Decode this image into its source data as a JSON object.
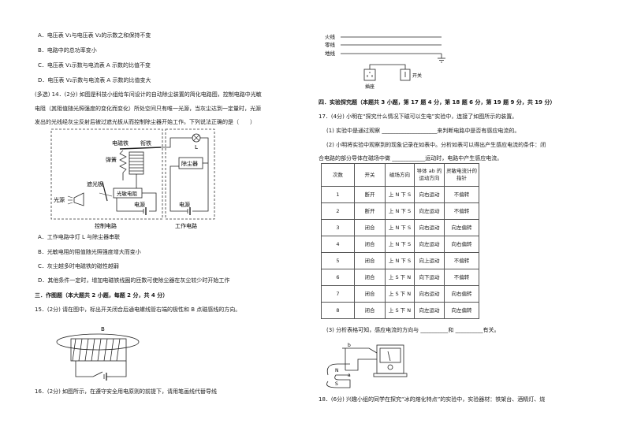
{
  "left": {
    "q13_options": [
      "A．电压表 V₁与电压表 V₂的示数之和保持不变",
      "B．电路中的总功率变小",
      "C．电压表 V₁示数与电流表 A 示数的比值不变",
      "D．电压表 V₂示数与电流表 A 示数的比值变大"
    ],
    "q14_lines": [
      "(多选) 14．(2分) 如图是科技小组给车间设计的自动除尘装置的简化电路图，控制电路中光敏",
      "电阻（其阻值随光照强度的变化而变化）所处空间只有唯一光源，当灰尘达到一定量时，光源",
      "发出的光线经灰尘反射后被过遮光板从而控制除尘器开始工作。下列说法正确的是（　　）"
    ],
    "fig14": {
      "electromagnet": "电磁铁",
      "armature": "衔铁",
      "spring": "弹簧",
      "shade": "遮光板",
      "light": "光源",
      "photoresistor": "光敏电阻",
      "power1": "电源",
      "power2": "电源",
      "lamp": "L",
      "dust": "除尘器",
      "control": "控制电路",
      "work": "工作电路"
    },
    "q14_options": [
      "A．工作电路中灯 L 与除尘器串联",
      "B．光敏电阻的阻值随光照强度增大而变小",
      "C．灰尘越多时电磁铁的磁性越弱",
      "D．其他条件一定时，增加电磁铁线圈的匝数可使除尘器在灰尘较少时开始工作"
    ],
    "section3": "三．作图题（本大题共 2 小题，每题 2 分，共 4 分）",
    "q15": "15．(2分) 请在图中，标出开关闭合后通电螺线管右端的极性和 B 点磁感线的方向。",
    "q15_point": "B",
    "q16": "16．(2分) 如图所示，在遵守安全用电原则的前提下，请用笔画线代替导线"
  },
  "right": {
    "fig16": {
      "fire": "火线",
      "zero": "零线",
      "earth": "地线",
      "socket": "插座",
      "switch": "开关"
    },
    "section4": "四．实验探究题（本题共 3 小题，第 17 题 4 分，第 18 题 6 分，第 19 题 9 分，共 19 分）",
    "q17_lines": [
      "17．(4分) 小明在“探究什么情况下磁可以生电”实验中，连接了如图所示的装置。",
      "(1) 实验中是通过观察 ____________________来判断电路中是否有感应电流的。",
      "(2) 小明将实验中观察到的现象记录在如表中。分析如表可以得出产生感应电流的条件：闭",
      "合电路的部分导体在磁场中做 ____________运动时，电路中产生感应电流。"
    ],
    "table": {
      "headers": [
        "次数",
        "开关",
        "磁场方向",
        "导体 ab 的运动方向",
        "灵敏电流计的指针"
      ],
      "rows": [
        [
          "1",
          "断开",
          "上 N 下 S",
          "向右运动",
          "不偏转"
        ],
        [
          "2",
          "断开",
          "上 N 下 S",
          "向左运动",
          "不偏转"
        ],
        [
          "3",
          "闭合",
          "上 N 下 S",
          "向右运动",
          "向左偏转"
        ],
        [
          "4",
          "闭合",
          "上 N 下 S",
          "向左运动",
          "向右偏转"
        ],
        [
          "5",
          "闭合",
          "上 N 下 S",
          "向上运动",
          "不偏转"
        ],
        [
          "6",
          "闭合",
          "上 S 下 N",
          "向下运动",
          "不偏转"
        ],
        [
          "7",
          "闭合",
          "上 S 下 N",
          "向右运动",
          "向右偏转"
        ],
        [
          "8",
          "闭合",
          "上 S 下 N",
          "向左运动",
          "向左偏转"
        ]
      ]
    },
    "q17_3": "(3) 分析表格可知，感应电流的方向与 __________和 __________有关。",
    "fig17": {
      "n": "N",
      "s": "S",
      "a": "a",
      "b": "b"
    },
    "q18": "18．(6分) 兴趣小组的同学在探究“冰的熔化特点”的实验中，实验器材：铁架台、酒精灯、烧"
  }
}
